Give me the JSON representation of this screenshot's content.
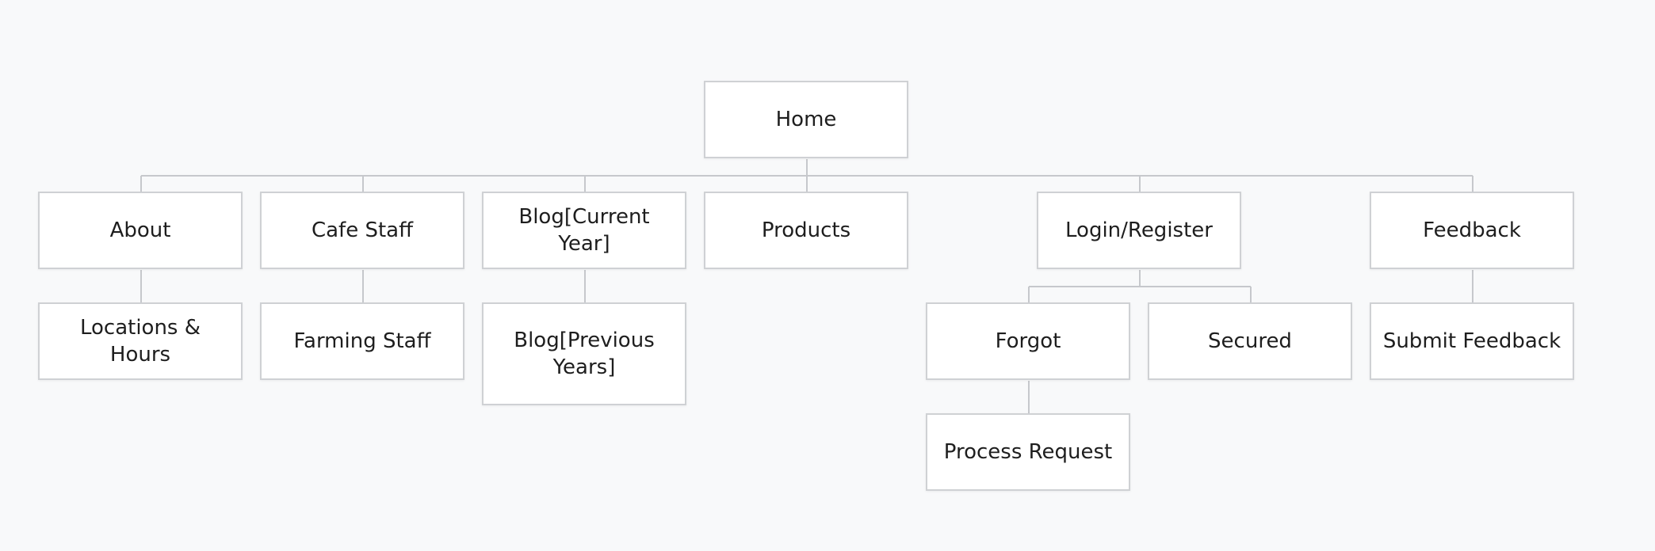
{
  "sitemap": {
    "root": {
      "label": "Home"
    },
    "level1": {
      "about": "About",
      "cafe_staff": "Cafe Staff",
      "blog_current": "Blog[Current Year]",
      "products": "Products",
      "login_register": "Login/Register",
      "feedback": "Feedback"
    },
    "level2": {
      "locations_hours": "Locations & Hours",
      "farming_staff": "Farming Staff",
      "blog_previous": "Blog[Previous Years]",
      "forgot": "Forgot",
      "secured": "Secured",
      "submit_feedback": "Submit Feedback"
    },
    "level3": {
      "process_request": "Process Request"
    }
  },
  "colors": {
    "background": "#f8f9fa",
    "node_fill": "#ffffff",
    "node_border": "#cfd1d4",
    "connector": "#c6c8cc",
    "text": "#1e1e1e"
  }
}
